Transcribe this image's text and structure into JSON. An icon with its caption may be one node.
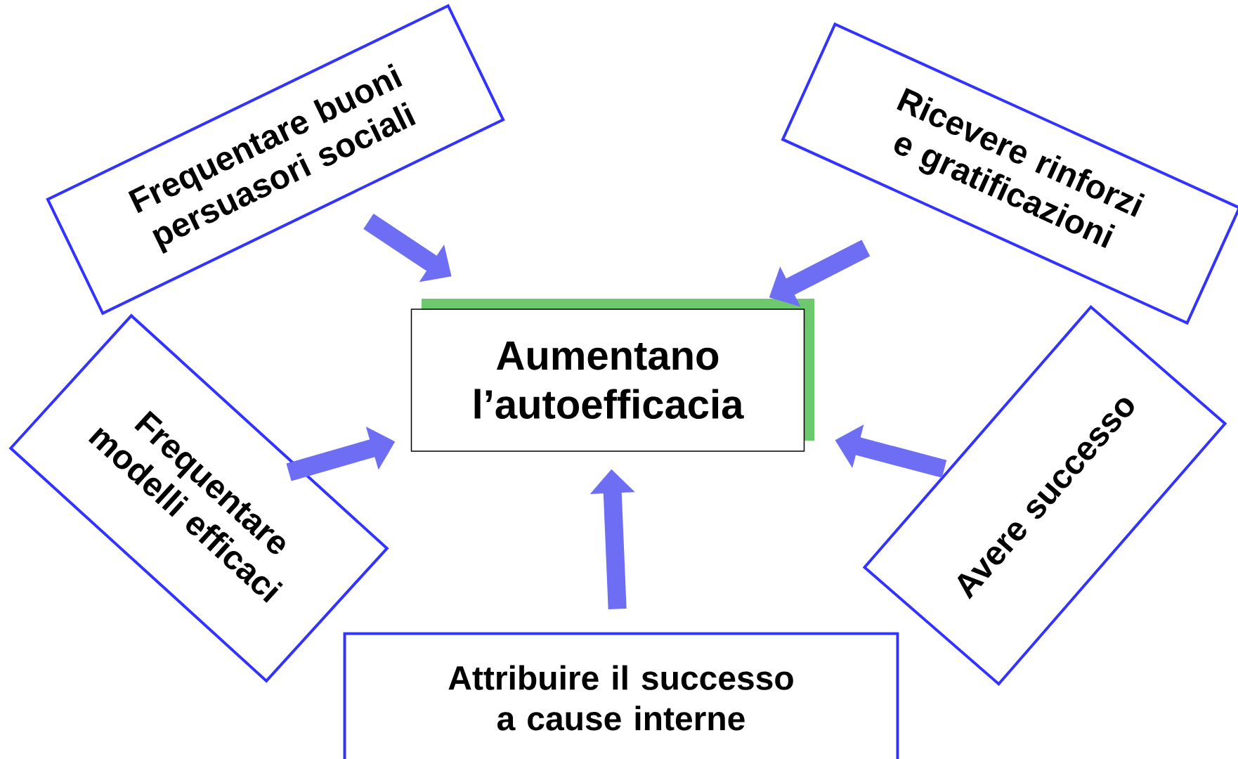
{
  "diagram": {
    "nodes": [
      {
        "text": [
          "Aumentano l’autoefficacia"
        ]
      },
      {
        "text": [
          "Frequentare buoni persuasori sociali"
        ]
      },
      {
        "text": [
          "Ricevere rinforzi e gratificazioni"
        ]
      },
      {
        "text": [
          "Frequentare modelli efficaci"
        ]
      },
      {
        "text": [
          "Avere successo"
        ]
      },
      {
        "text": [
          "Attribuire il successo a cause interne"
        ]
      }
    ],
    "edges": [
      {
        "from": 1,
        "to": 0,
        "arrow": "to"
      },
      {
        "from": 2,
        "to": 0,
        "arrow": "to"
      },
      {
        "from": 3,
        "to": 0,
        "arrow": "to"
      },
      {
        "from": 4,
        "to": 0,
        "arrow": "to"
      },
      {
        "from": 5,
        "to": 0,
        "arrow": "to"
      }
    ]
  }
}
